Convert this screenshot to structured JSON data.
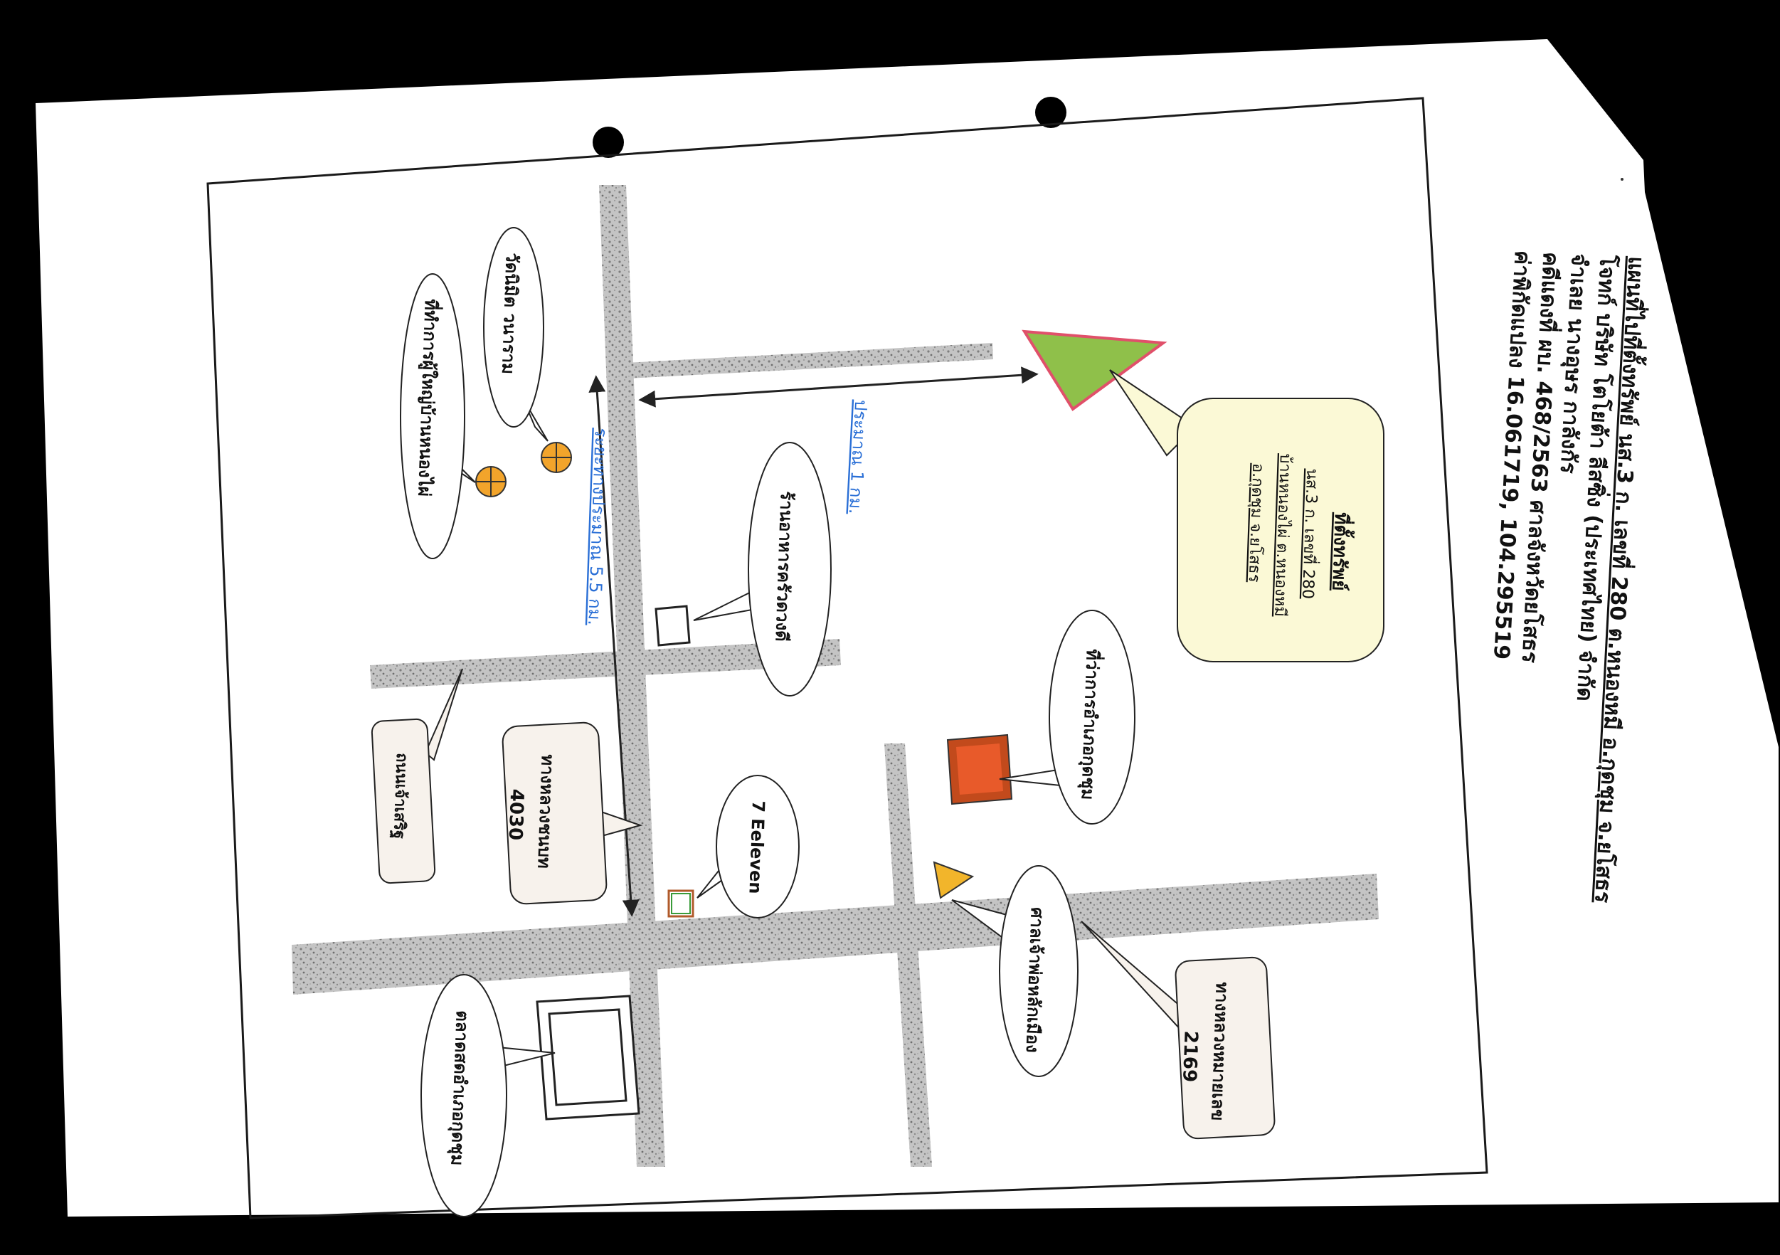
{
  "document": {
    "title_lines": [
      "แผนที่ไปที่ตั้งทรัพย์ นส.3 ก. เลขที่ 280 ต.หนองหมี อ.กุดชุม จ.ยโสธร",
      "โจทก์   บริษัท โตโยต้า ลีสซิ่ง (ประเทศไทย) จำกัด",
      "จำเลย   นางอุษร กาลังกัร",
      "คดีแดงที่ ผบ. 468/2563  ศาลจังหวัดยโสธร",
      "ค่าพิกัดแปลง  16.061719, 104.295519"
    ]
  },
  "map": {
    "property_callout": {
      "heading": "ที่ตั้งทรัพย์",
      "lines": [
        "นส.3 ก. เลขที่ 280",
        "บ้านหนองไผ่ ต.หนองหมี",
        "อ.กุดชุม จ.ยโสธร"
      ]
    },
    "distance_1km": "ประมาณ 1 กม.",
    "distance_5km": "ระยะทางประมาณ 5.5 กม.",
    "wat": "วัดนิมิต วนาราม",
    "village_office": "ที่ทำการผู้ใหญ่บ้านหนองไผ่",
    "restaurant": "ร้านอาหารครัวดวงดี",
    "road_4030_name": "ทางหลวงชนบท",
    "road_4030_num": "4030",
    "road_local": "ถนนเจ้าเสริฐ",
    "seven_eleven": "7 Eeleven",
    "district_office": "ที่ว่าการอำเภอกุดชุม",
    "shrine": "ศาลเจ้าพ่อหลักเมือง",
    "road_2169_name": "ทางหลวงหมายเลข",
    "road_2169_num": "2169",
    "market": "ตลาดสดอำเภอกุดชุม"
  },
  "colors": {
    "property_triangle": "#8fc04a",
    "property_outline": "#e0506a",
    "temple_marker": "#f2a42b",
    "district_office": "#e85a2a",
    "shrine_marker": "#f2b52b",
    "callout_fill": "#fbf9d6",
    "label_box_fill": "#f7f2ec",
    "road_fill": "#b8b8b8",
    "distance_text": "#2a6fd6"
  }
}
